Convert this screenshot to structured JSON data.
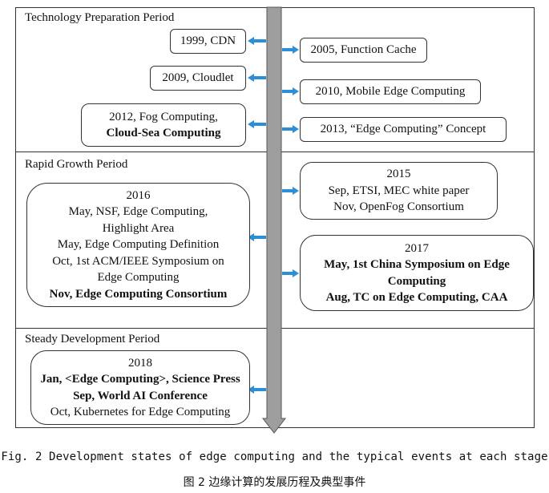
{
  "periods": [
    {
      "label": "Technology Preparation Period"
    },
    {
      "label": "Rapid Growth Period"
    },
    {
      "label": "Steady Development Period"
    }
  ],
  "events": [
    {
      "id": "cdn",
      "lines": [
        {
          "text": "1999, CDN",
          "bold": false
        }
      ]
    },
    {
      "id": "function-cache",
      "lines": [
        {
          "text": "2005, Function Cache",
          "bold": false
        }
      ]
    },
    {
      "id": "cloudlet",
      "lines": [
        {
          "text": "2009, Cloudlet",
          "bold": false
        }
      ]
    },
    {
      "id": "mobile-edge-computing",
      "lines": [
        {
          "text": "2010, Mobile Edge Computing",
          "bold": false
        }
      ]
    },
    {
      "id": "fog-computing",
      "lines": [
        {
          "text": "2012, Fog Computing,",
          "bold": false
        },
        {
          "text": "Cloud-Sea Computing",
          "bold": true
        }
      ]
    },
    {
      "id": "edge-computing-concept",
      "lines": [
        {
          "text": "2013, “Edge Computing” Concept",
          "bold": false
        }
      ]
    },
    {
      "id": "year-2015",
      "lines": [
        {
          "text": "2015",
          "bold": false
        },
        {
          "text": "Sep, ETSI, MEC white paper",
          "bold": false
        },
        {
          "text": "Nov, OpenFog Consortium",
          "bold": false
        }
      ]
    },
    {
      "id": "year-2016",
      "lines": [
        {
          "text": "2016",
          "bold": false
        },
        {
          "text": "May, NSF, Edge Computing,",
          "bold": false
        },
        {
          "text": "Highlight Area",
          "bold": false
        },
        {
          "text": "May, Edge Computing Definition",
          "bold": false
        },
        {
          "text": "Oct, 1st ACM/IEEE Symposium on",
          "bold": false
        },
        {
          "text": "Edge Computing",
          "bold": false
        },
        {
          "text": "Nov, Edge Computing Consortium",
          "bold": true
        }
      ]
    },
    {
      "id": "year-2017",
      "lines": [
        {
          "text": "2017",
          "bold": false
        },
        {
          "text": "May, 1st China Symposium on Edge",
          "bold": true
        },
        {
          "text": "Computing",
          "bold": true
        },
        {
          "text": "Aug, TC on Edge Computing, CAA",
          "bold": true
        }
      ]
    },
    {
      "id": "year-2018",
      "lines": [
        {
          "text": "2018",
          "bold": false
        },
        {
          "text": "Jan, <Edge Computing>, Science Press",
          "bold": true
        },
        {
          "text": "Sep, World AI Conference",
          "bold": true
        },
        {
          "text": "Oct, Kubernetes for Edge Computing",
          "bold": false
        }
      ]
    }
  ],
  "caption": {
    "english": "Fig. 2   Development states of edge computing and the typical events at each stage",
    "chinese": "图 2   边缘计算的发展历程及典型事件"
  },
  "colors": {
    "arrow": "#2a8fd6",
    "timeline": "#9e9e9e",
    "timeline_border": "#555555",
    "border": "#333333"
  }
}
